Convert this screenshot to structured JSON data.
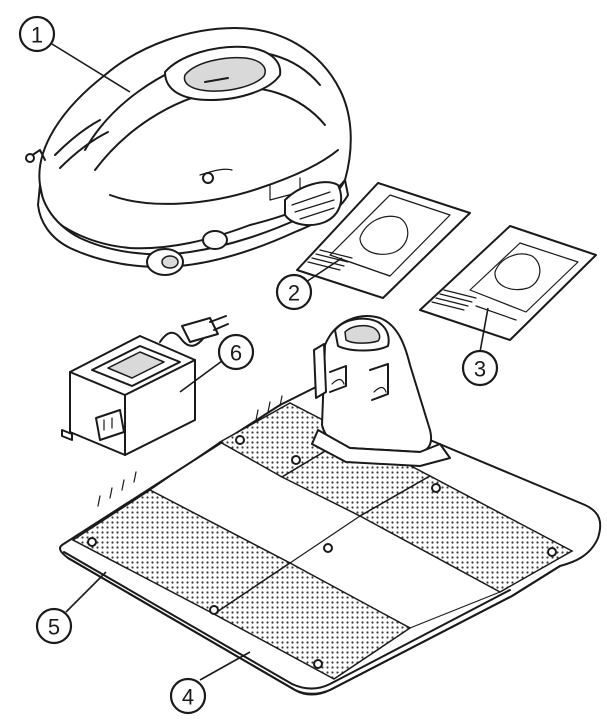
{
  "callouts": [
    {
      "id": "callout-1",
      "number": "1",
      "part": "robot-mower"
    },
    {
      "id": "callout-2",
      "number": "2",
      "part": "manual-booklet-a"
    },
    {
      "id": "callout-3",
      "number": "3",
      "part": "manual-booklet-b"
    },
    {
      "id": "callout-4",
      "number": "4",
      "part": "charging-station-base-plate"
    },
    {
      "id": "callout-5",
      "number": "5",
      "part": "base-plate-edge"
    },
    {
      "id": "callout-6",
      "number": "6",
      "part": "power-supply-transformer"
    }
  ],
  "colors": {
    "line": "#1a1a1a",
    "background": "#ffffff",
    "shade": "#d9d9d9"
  }
}
